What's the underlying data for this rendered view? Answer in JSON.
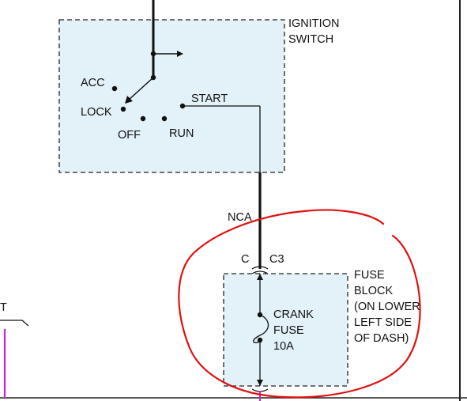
{
  "ignition_switch": {
    "title_line1": "IGNITION",
    "title_line2": "SWITCH",
    "positions": {
      "acc": "ACC",
      "lock": "LOCK",
      "off": "OFF",
      "run": "RUN",
      "start": "START"
    }
  },
  "wire": {
    "label": "NCA"
  },
  "connector": {
    "pin": "C",
    "name": "C3"
  },
  "fuse_block": {
    "title_line1": "FUSE",
    "title_line2": "BLOCK",
    "location_line1": "(ON LOWER",
    "location_line2": "LEFT SIDE",
    "location_line3": "OF DASH)"
  },
  "fuse": {
    "line1": "CRANK",
    "line2": "FUSE",
    "rating": "10A"
  },
  "left_partial": {
    "text": "T"
  },
  "colors": {
    "switch_box_fill": "#e3f1f8",
    "fuse_box_fill": "#e3f1f8",
    "wire": "#111111",
    "annotation_circle": "#e01010",
    "left_wire": "#d020d0"
  }
}
